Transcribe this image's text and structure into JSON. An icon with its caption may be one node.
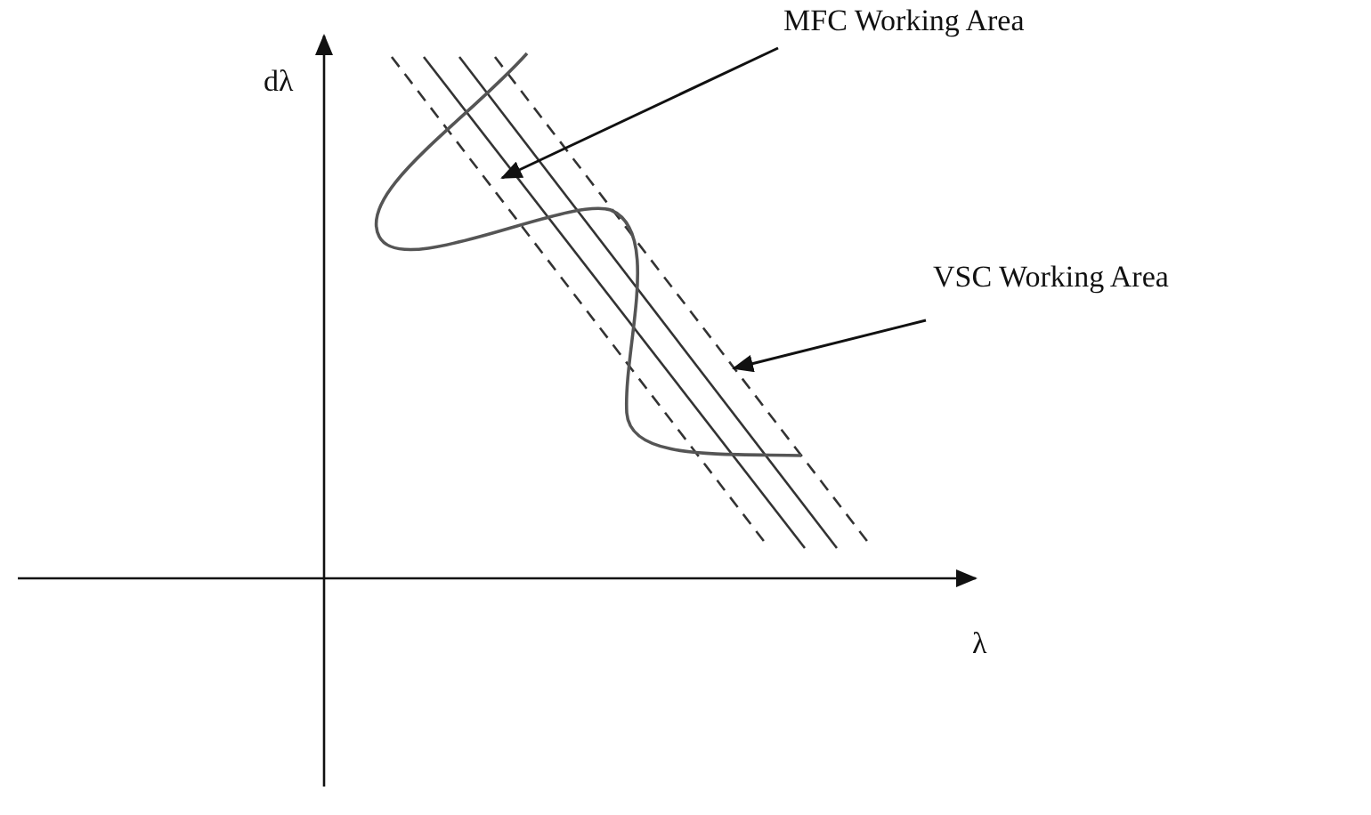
{
  "diagram": {
    "nodes": [
      {
        "text": [
          "MFC Working Area"
        ]
      },
      {
        "text": [
          "VSC Working Area"
        ]
      }
    ],
    "edges": [
      {
        "from": 0,
        "to": null,
        "arrow": "to"
      },
      {
        "from": 1,
        "to": null,
        "arrow": "to"
      }
    ],
    "labels": [
      "dλ",
      "λ"
    ]
  }
}
